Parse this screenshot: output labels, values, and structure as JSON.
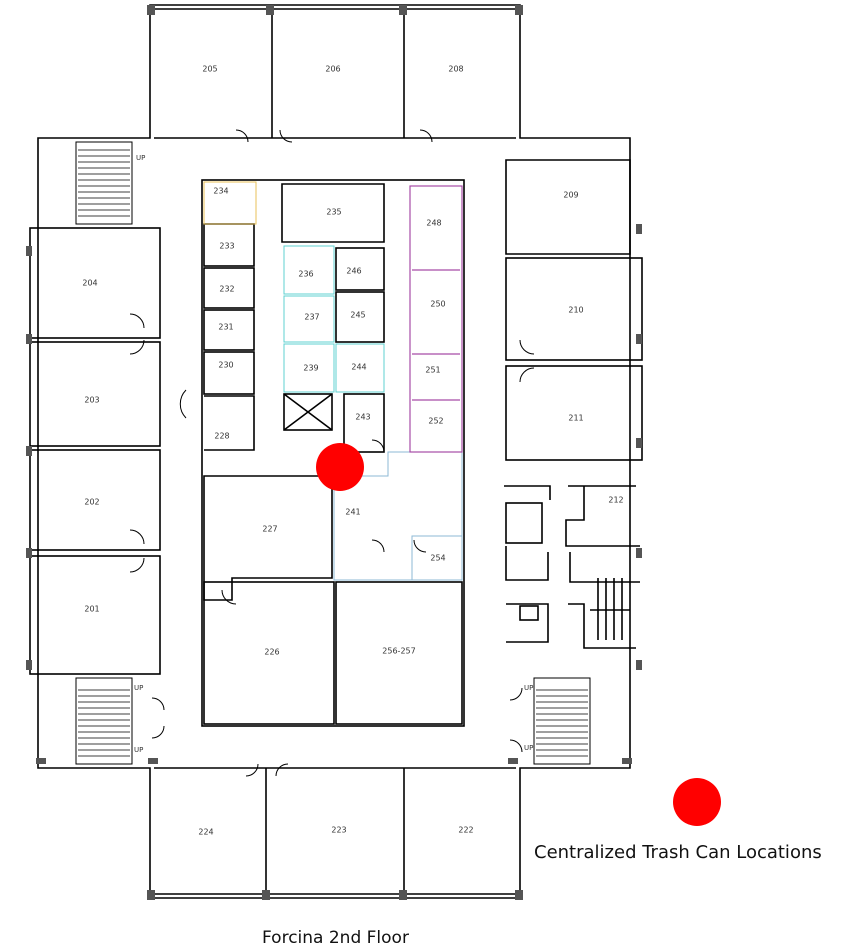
{
  "map": {
    "title": "Forcina 2nd Floor",
    "legend": {
      "label": "Centralized Trash Can Locations",
      "marker_color": "#ff0000"
    },
    "rooms": {
      "r205": "205",
      "r206": "206",
      "r208": "208",
      "r209": "209",
      "r210": "210",
      "r211": "211",
      "r212": "212",
      "r204": "204",
      "r203": "203",
      "r202": "202",
      "r201": "201",
      "r224": "224",
      "r223": "223",
      "r222": "222",
      "r234": "234",
      "r233": "233",
      "r232": "232",
      "r231": "231",
      "r230": "230",
      "r228": "228",
      "r235": "235",
      "r236": "236",
      "r237": "237",
      "r239": "239",
      "r246": "246",
      "r245": "245",
      "r244": "244",
      "r243": "243",
      "r248": "248",
      "r250": "250",
      "r251": "251",
      "r252": "252",
      "r227": "227",
      "r241": "241",
      "r254": "254",
      "r226": "226",
      "r256": "256-257"
    },
    "stair_label": "UP"
  }
}
